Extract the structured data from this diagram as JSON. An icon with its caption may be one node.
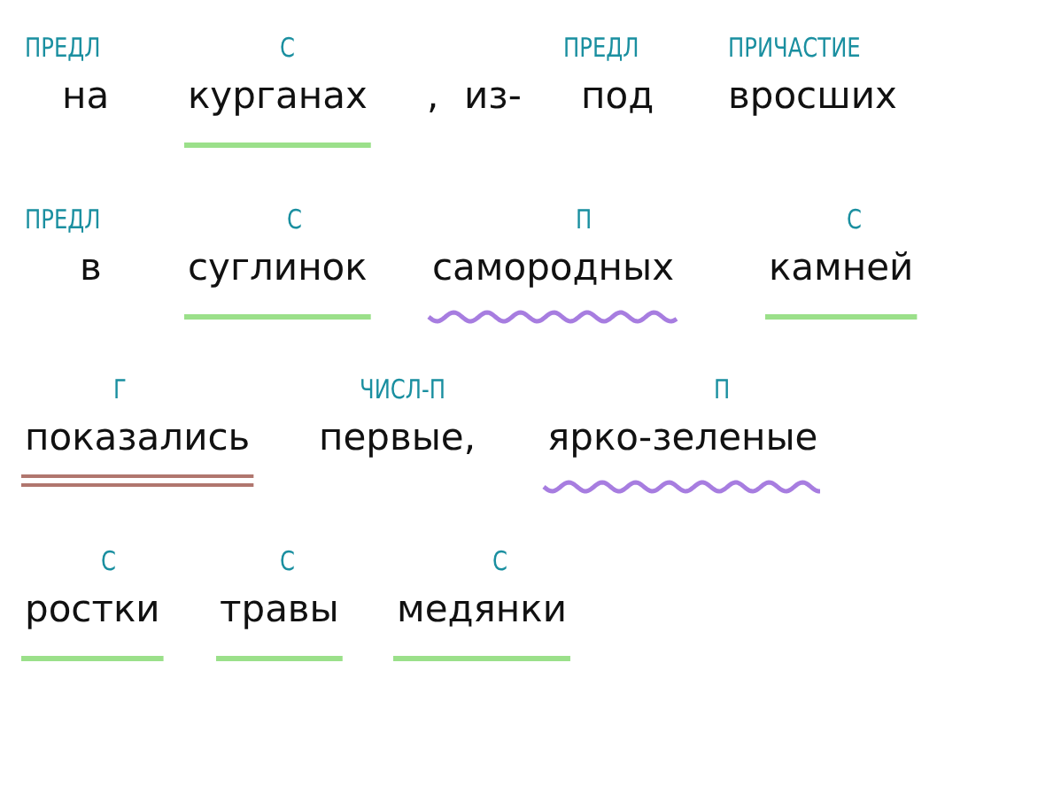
{
  "diagram": {
    "labels": [
      "ПРЕДЛ",
      "С",
      "ПРЕДЛ",
      "ПРИЧАСТИЕ",
      "на",
      "курганах",
      ",",
      "из-",
      "под",
      "вросших",
      "ПРЕДЛ",
      "С",
      "П",
      "С",
      "в",
      "суглинок",
      "самородных",
      "камней",
      "Г",
      "ЧИСЛ-П",
      "П",
      "показались",
      "первые,",
      "ярко-зеленые",
      "С",
      "С",
      "С",
      "ростки",
      "травы",
      "медянки"
    ]
  }
}
